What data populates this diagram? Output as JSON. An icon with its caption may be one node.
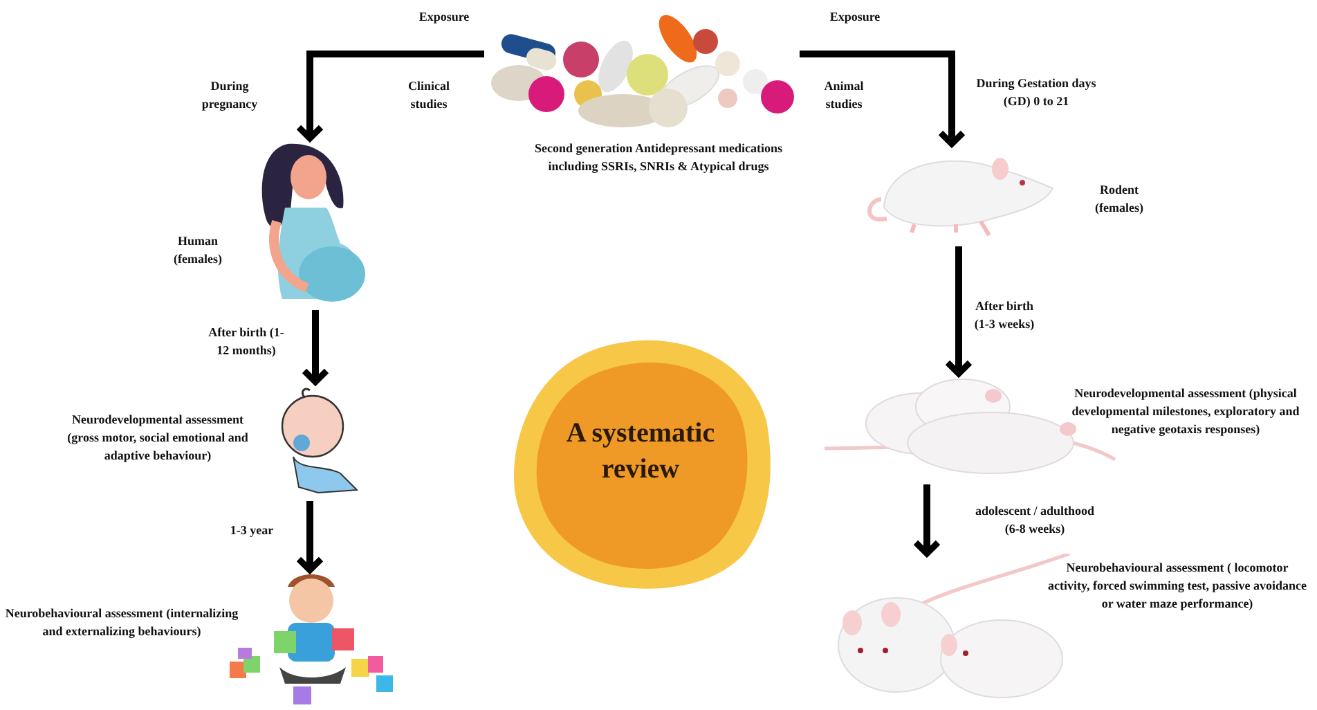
{
  "diagram": {
    "nodes": [
      {
        "text": [],
        "shape": "picture",
        "beside": [
          "Second generation Antidepressant medications including SSRIs, SNRIs & Atypical drugs"
        ]
      },
      {
        "text": [],
        "shape": "picture",
        "beside": [
          "Human (females)"
        ]
      },
      {
        "text": [],
        "shape": "picture",
        "beside": [
          "Neurodevelopmental assessment (gross motor, social emotional and adaptive behaviour)"
        ]
      },
      {
        "text": [],
        "shape": "picture",
        "beside": [
          "Neurobehavioural assessment (internalizing and externalizing behaviours)"
        ]
      },
      {
        "text": [],
        "shape": "picture",
        "beside": [
          "Rodent (females)"
        ]
      },
      {
        "text": [],
        "shape": "picture",
        "beside": [
          "Neurodevelopmental assessment (physical developmental milestones, exploratory and negative geotaxis responses)"
        ]
      },
      {
        "text": [],
        "shape": "picture",
        "beside": [
          "Neurobehavioural assessment ( locomotor activity, forced swimming test, passive avoidance or water maze performance)"
        ]
      },
      {
        "text": [
          "A systematic review"
        ]
      }
    ],
    "edges": [
      {
        "from": 0,
        "to": 1,
        "arrow": "to",
        "label": "Exposure"
      },
      {
        "from": 0,
        "to": 4,
        "arrow": "to",
        "label": "Exposure"
      },
      {
        "from": 1,
        "to": 2,
        "arrow": "to",
        "label": "After birth (1-12 months)"
      },
      {
        "from": 2,
        "to": 3,
        "arrow": "to",
        "label": "1-3 year"
      },
      {
        "from": 4,
        "to": 5,
        "arrow": "to",
        "label": "After birth (1-3 weeks)"
      },
      {
        "from": 5,
        "to": 6,
        "arrow": "to",
        "label": "adolescent / adulthood (6-8 weeks)"
      }
    ],
    "labels": [
      "During pregnancy",
      "Clinical studies",
      "Animal studies",
      "During Gestation days (GD) 0 to 21"
    ]
  }
}
